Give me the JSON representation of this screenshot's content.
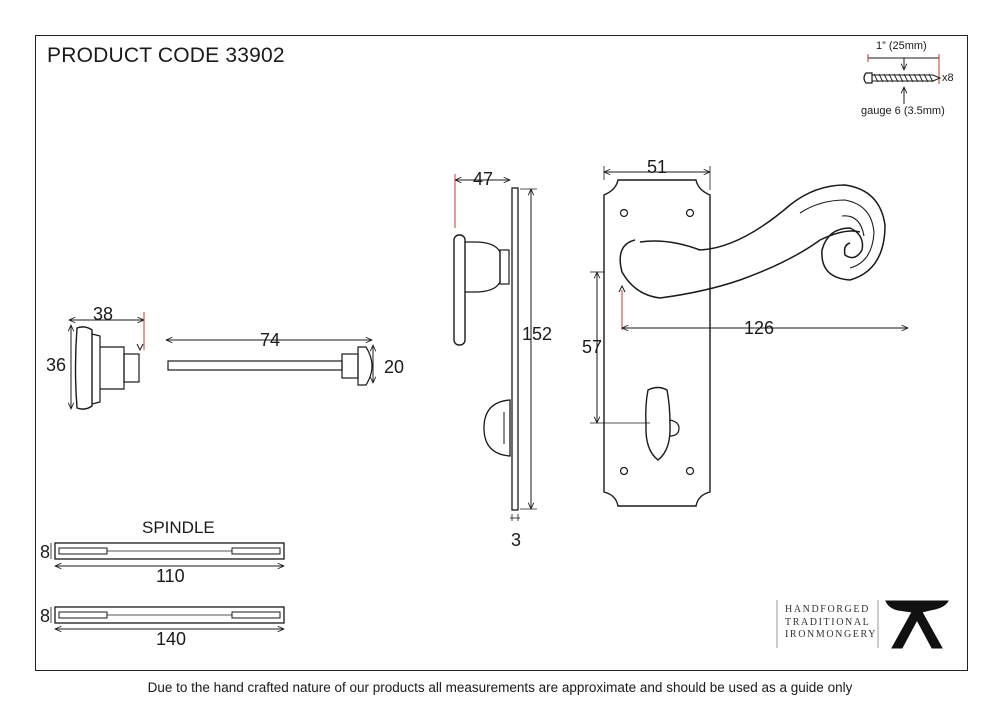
{
  "title": "PRODUCT CODE 33902",
  "screw": {
    "length_label": "1” (25mm)",
    "quantity_label": "x8",
    "gauge_label": "gauge 6 (3.5mm)"
  },
  "dimensions": {
    "thumbturn_width": "38",
    "thumbturn_height": "36",
    "release_length": "74",
    "release_diameter": "20",
    "side_projection": "47",
    "plate_height": "152",
    "plate_thickness": "3",
    "plate_width": "51",
    "handle_height": "57",
    "lever_length": "126"
  },
  "spindle": {
    "label": "SPINDLE",
    "short": {
      "thickness": "8",
      "length": "110"
    },
    "long": {
      "thickness": "8",
      "length": "140"
    }
  },
  "brand": {
    "lines": [
      "HANDFORGED",
      "TRADITIONAL",
      "IRONMONGERY"
    ]
  },
  "footer": "Due to the hand crafted nature of our products all measurements are approximate and should be used as a guide only"
}
